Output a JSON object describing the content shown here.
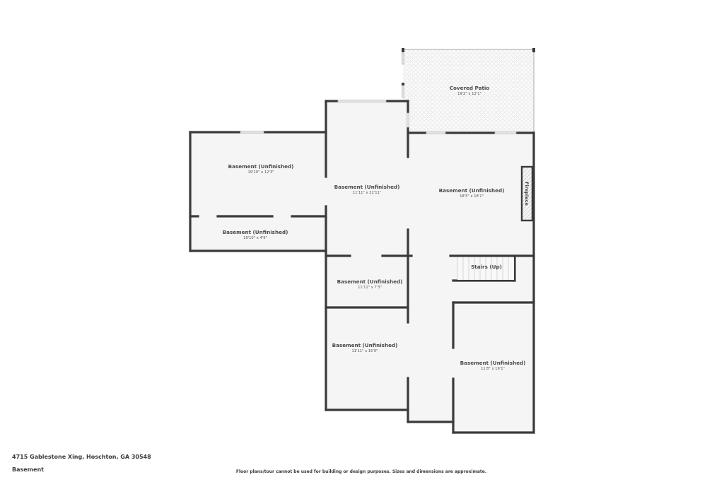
{
  "plan": {
    "level": "Basement",
    "colors": {
      "wall": "#3a3a3a",
      "floor": "#f5f5f5",
      "window": "#d8d8d8",
      "patio_pattern": "#e2e2e2",
      "text": "#4a4a4a"
    },
    "rooms": [
      {
        "name": "Covered Patio",
        "dimensions": "19'2\" x 12'1\""
      },
      {
        "name": "Basement (Unfinished)",
        "dimensions": "19'10\" x 12'3\""
      },
      {
        "name": "Basement (Unfinished)",
        "dimensions": "11'11\" x 22'11\""
      },
      {
        "name": "Basement (Unfinished)",
        "dimensions": "18'5\" x 18'1\""
      },
      {
        "name": "Basement (Unfinished)",
        "dimensions": "19'10\" x 4'9\""
      },
      {
        "name": "Stairs (Up)",
        "dimensions": ""
      },
      {
        "name": "Basement (Unfinished)",
        "dimensions": "11'11\" x 7'3\""
      },
      {
        "name": "Basement (Unfinished)",
        "dimensions": "11'11\" x 15'0\""
      },
      {
        "name": "Basement (Unfinished)",
        "dimensions": "11'8\" x 19'1\""
      }
    ],
    "fixtures": [
      {
        "name": "Fireplace"
      }
    ]
  },
  "footer": {
    "address": "4715 Gablestone Xing, Hoschton, GA 30548",
    "level_label": "Basement",
    "disclaimer": "Floor plans/tour cannot be used for building or design purposes. Sizes and dimensions are approximate."
  }
}
